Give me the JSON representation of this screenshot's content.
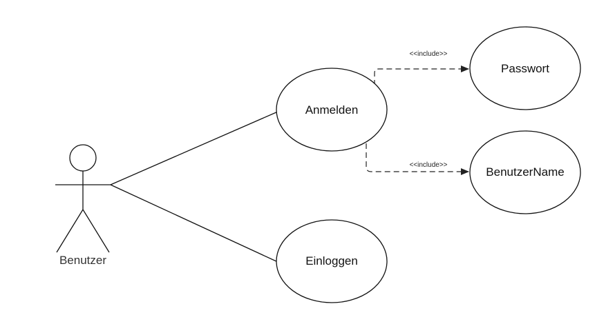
{
  "actor": {
    "label": "Benutzer"
  },
  "use_cases": {
    "anmelden": "Anmelden",
    "einloggen": "Einloggen",
    "passwort": "Passwort",
    "benutzername": "BenutzerName"
  },
  "relations": {
    "include_passwort": "<<include>>",
    "include_benutzername": "<<include>>"
  }
}
